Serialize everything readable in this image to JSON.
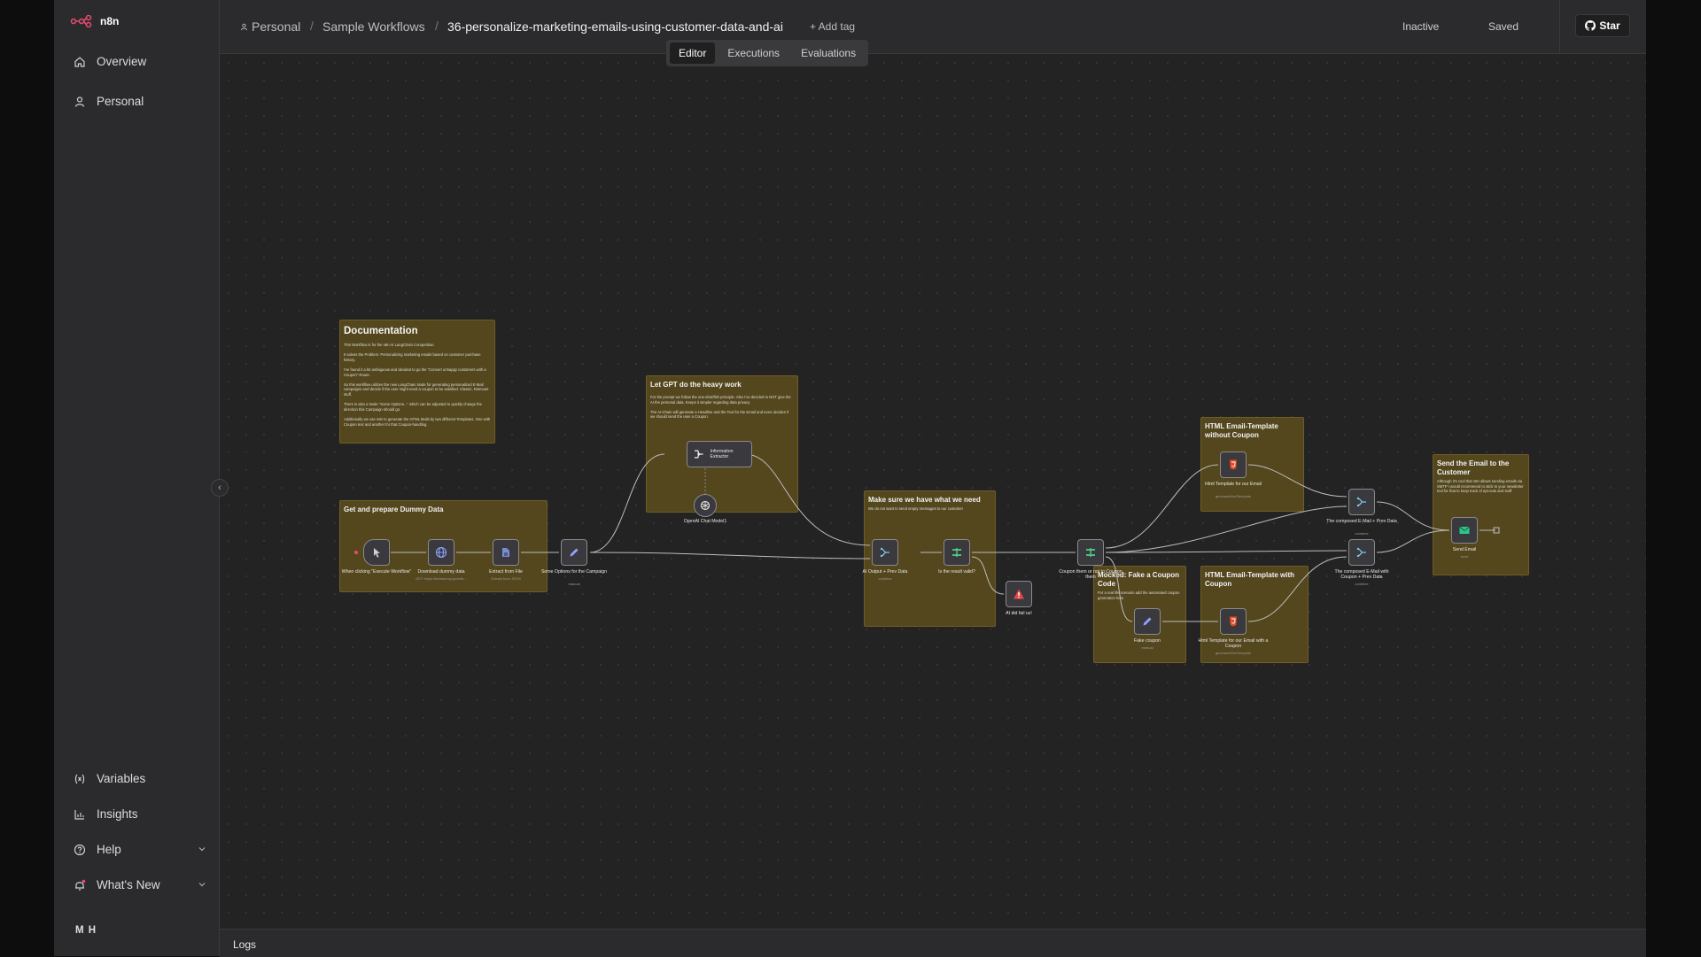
{
  "app": {
    "name": "n8n"
  },
  "sidebar": {
    "top_items": [
      {
        "label": "Overview"
      },
      {
        "label": "Personal"
      }
    ],
    "bottom_items": [
      {
        "label": "Variables"
      },
      {
        "label": "Insights"
      },
      {
        "label": "Help"
      },
      {
        "label": "What's New"
      }
    ],
    "user_initials": "M H"
  },
  "header": {
    "breadcrumbs": [
      "Personal",
      "Sample Workflows",
      "36-personalize-marketing-emails-using-customer-data-and-ai"
    ],
    "add_tag": "+ Add tag",
    "status_active": "Inactive",
    "status_saved": "Saved",
    "star_label": "Star",
    "tabs": [
      "Editor",
      "Executions",
      "Evaluations"
    ]
  },
  "notes": {
    "documentation": {
      "title": "Documentation",
      "body": "This Workflow is for the n8n AI LangChain Competition.\n\nIt solves the Problem: Personalizing marketing emails based on customer purchase history.\n\nI've found it a bit ambiguous and decided to go the \"Convert unhappy customers with a Coupon\"-Route.\n\nSo this workflow utilizes the new LangChain Node for generating personalized E-Mail campaigns and decide if the user might need a coupon to be satisfied. Classic, Relevant stuff.\n\nThere is also a Node \"Some Options...\" which can be adjusted to quickly change the direction this Campaign should go.\n\nAdditionally we use n8n to generate the HTML Mails by two different Templates. One with Coupon text and another for that Coupon-handling."
    },
    "dummy": {
      "title": "Get and prepare Dummy Data"
    },
    "gpt": {
      "title": "Let GPT do the heavy work",
      "body": "For the prompt we follow the one-shot/fish principle. Also I've decided to NOT give the AI the personal data. Keeps it simpler regarding data privacy.\n\nThe AI-Chain will generate a Headline and the Text for the Email and even decides if we should send the user a Coupon."
    },
    "check": {
      "title": "Make sure we have what we need",
      "body": "We do not want to send empty messages to our customer"
    },
    "html_no_coupon": {
      "title": "HTML Email-Template without Coupon"
    },
    "fake_coupon": {
      "title": "Mocked: Fake a Coupon Code",
      "body": "For a real life scenario add the automated coupon generation here"
    },
    "html_coupon": {
      "title": "HTML Email-Template with Coupon"
    },
    "send": {
      "title": "Send the Email to the Customer",
      "body": "Although it's cool that n8n allows sending emails via SMTP I would recommend to stick to your newsletter tool for that to keep track of opt-outs and stuff."
    }
  },
  "nodes": {
    "trigger": {
      "label": "When clicking \"Execute Workflow\"",
      "icon": "cursor-icon"
    },
    "download": {
      "label": "Download dummy data",
      "sub": "GET: https://thedummy.json/db...",
      "icon": "globe-icon"
    },
    "extract": {
      "label": "Extract from File",
      "sub": "Extract from JSON",
      "icon": "file-icon"
    },
    "options": {
      "label": "Some Options for the Campaign",
      "sub": "manual",
      "icon": "pencil-icon"
    },
    "extractor": {
      "label": "Information Extractor",
      "icon": "extractor-icon"
    },
    "openai": {
      "label": "OpenAI Chat Model1",
      "icon": "openai-icon"
    },
    "merge_ai": {
      "label": "AI Output + Prev Data",
      "sub": "combine",
      "icon": "merge-icon"
    },
    "valid": {
      "label": "Is the result valid?",
      "icon": "if-icon"
    },
    "failed": {
      "label": "AI did fail us!",
      "icon": "warning-icon"
    },
    "coupon_if": {
      "label": "Coupon them or not to Coupon them",
      "icon": "if-icon"
    },
    "html1": {
      "label": "Html Template for our Email",
      "sub": "generateHtmlTemplate",
      "icon": "html-icon"
    },
    "fake": {
      "label": "Fake coupon",
      "sub": "manual",
      "icon": "pencil-icon"
    },
    "html2": {
      "label": "Html Template for our Email with a Coupon",
      "sub": "generateHtmlTemplate",
      "icon": "html-icon"
    },
    "merge1": {
      "label": "The composed E-Mail + Prev Data",
      "sub": "combine",
      "icon": "merge-icon"
    },
    "merge2": {
      "label": "The composed E-Mail with Coupon + Prev Data",
      "sub": "combine",
      "icon": "merge-icon"
    },
    "send_email": {
      "label": "Send Email",
      "sub": "send",
      "icon": "mail-icon"
    }
  },
  "logs": {
    "label": "Logs"
  },
  "colors": {
    "note_fill": "#54471d",
    "canvas": "#232323",
    "sidebar": "#2b2b2d",
    "accent": "#ea4b71"
  }
}
